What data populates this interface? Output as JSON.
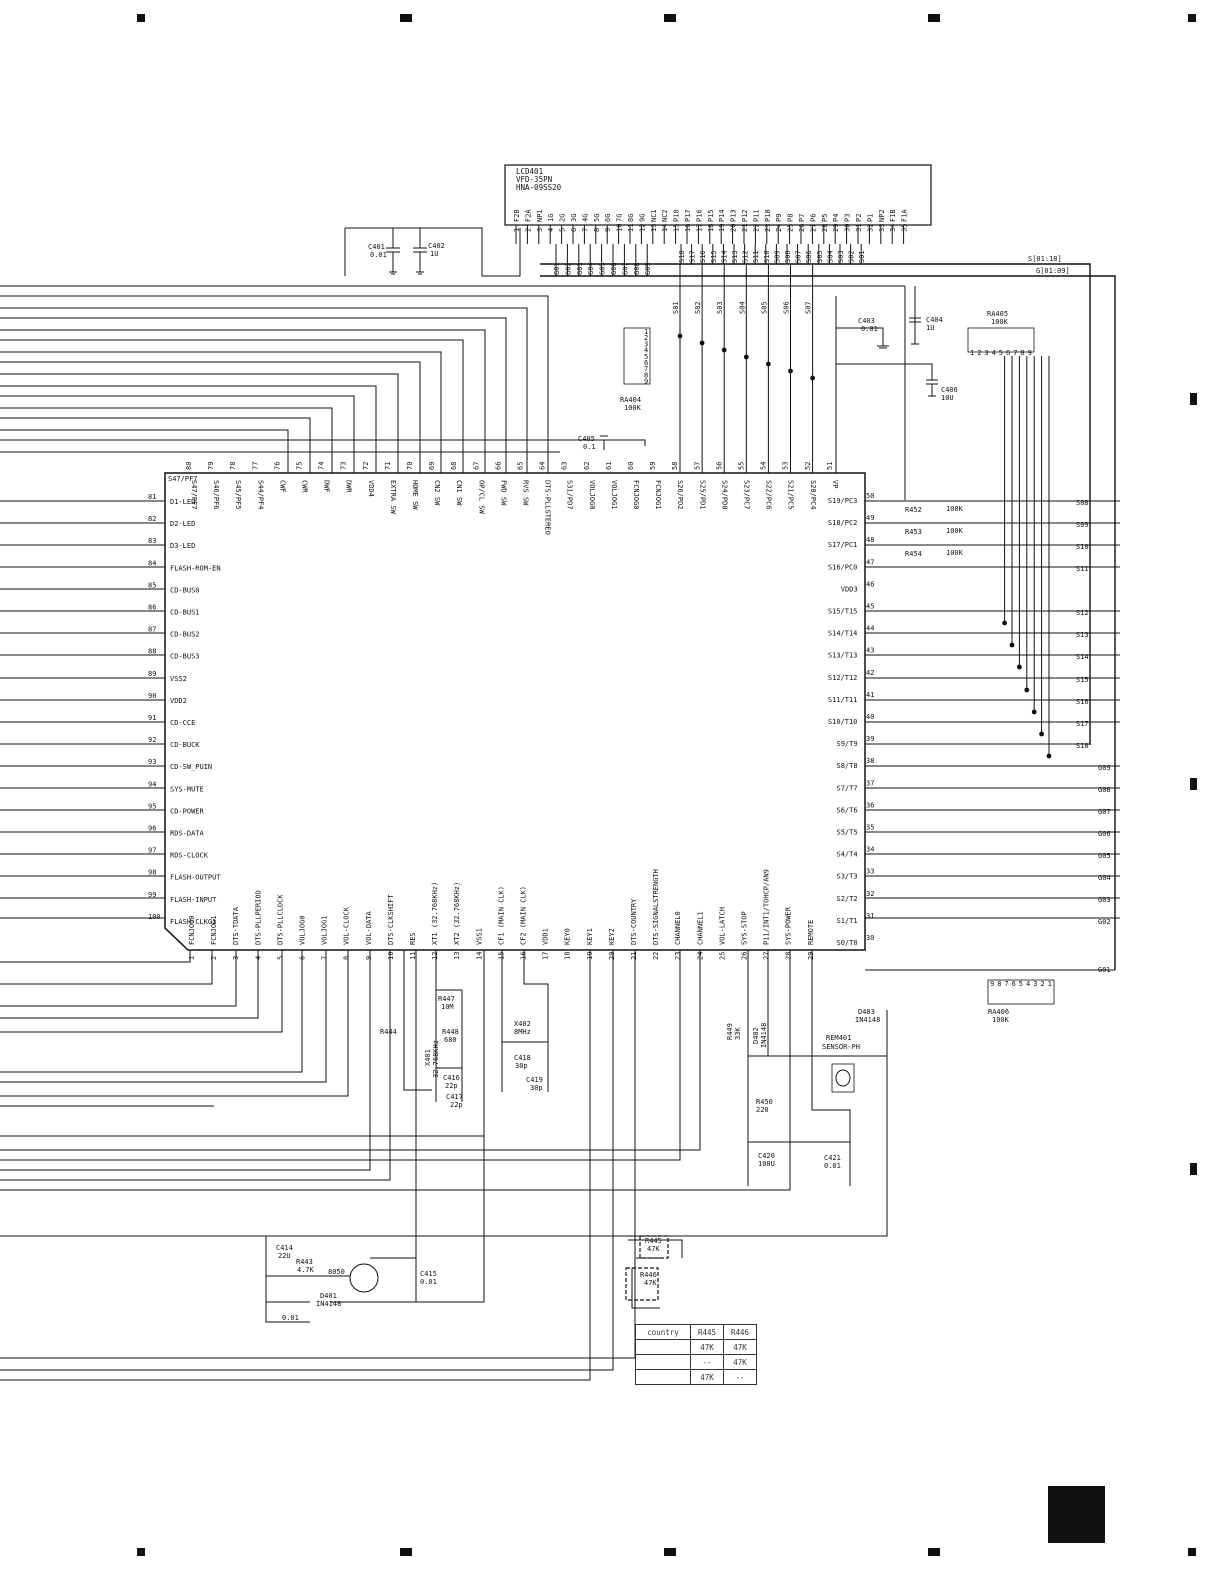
{
  "lcd": {
    "ref": "LCD401",
    "type": "VFD-35PN",
    "part": "HNA-09SS20"
  },
  "lcd_pins_top": [
    {
      "num": "1",
      "name": "F2B"
    },
    {
      "num": "2",
      "name": "F2A"
    },
    {
      "num": "3",
      "name": "NP1"
    },
    {
      "num": "4",
      "name": "1G"
    },
    {
      "num": "5",
      "name": "2G"
    },
    {
      "num": "6",
      "name": "3G"
    },
    {
      "num": "7",
      "name": "4G"
    },
    {
      "num": "8",
      "name": "5G"
    },
    {
      "num": "9",
      "name": "6G"
    },
    {
      "num": "10",
      "name": "7G"
    },
    {
      "num": "11",
      "name": "8G"
    },
    {
      "num": "12",
      "name": "9G"
    },
    {
      "num": "13",
      "name": "NC1"
    },
    {
      "num": "14",
      "name": "NC2"
    },
    {
      "num": "15",
      "name": "P18"
    },
    {
      "num": "16",
      "name": "P17"
    },
    {
      "num": "17",
      "name": "P16"
    },
    {
      "num": "18",
      "name": "P15"
    },
    {
      "num": "19",
      "name": "P14"
    },
    {
      "num": "20",
      "name": "P13"
    },
    {
      "num": "21",
      "name": "P12"
    },
    {
      "num": "22",
      "name": "P11"
    },
    {
      "num": "23",
      "name": "P10"
    },
    {
      "num": "24",
      "name": "P9"
    },
    {
      "num": "25",
      "name": "P8"
    },
    {
      "num": "26",
      "name": "P7"
    },
    {
      "num": "27",
      "name": "P6"
    },
    {
      "num": "28",
      "name": "P5"
    },
    {
      "num": "29",
      "name": "P4"
    },
    {
      "num": "30",
      "name": "P3"
    },
    {
      "num": "31",
      "name": "P2"
    },
    {
      "num": "32",
      "name": "P1"
    },
    {
      "num": "33",
      "name": "NP2"
    },
    {
      "num": "34",
      "name": "F1B"
    },
    {
      "num": "35",
      "name": "F1A"
    }
  ],
  "ic_top_pins": [
    {
      "num": "80",
      "name": "S47/PF7"
    },
    {
      "num": "79",
      "name": "S46/PF6"
    },
    {
      "num": "78",
      "name": "S45/PF5"
    },
    {
      "num": "77",
      "name": "S44/PF4"
    },
    {
      "num": "76",
      "name": "CWF"
    },
    {
      "num": "75",
      "name": "CWR"
    },
    {
      "num": "74",
      "name": "DWF"
    },
    {
      "num": "73",
      "name": "DWR"
    },
    {
      "num": "72",
      "name": "VDD4"
    },
    {
      "num": "71",
      "name": "EXTRA SW"
    },
    {
      "num": "70",
      "name": "HOME SW"
    },
    {
      "num": "69",
      "name": "CN2 SW"
    },
    {
      "num": "68",
      "name": "CN1 SW"
    },
    {
      "num": "67",
      "name": "OP/CL SW"
    },
    {
      "num": "66",
      "name": "FWD SW"
    },
    {
      "num": "65",
      "name": "RVS SW"
    },
    {
      "num": "64",
      "name": "DTS-PLLSTEREO"
    },
    {
      "num": "63",
      "name": "S31/PD7"
    },
    {
      "num": "62",
      "name": "VOLJOG0"
    },
    {
      "num": "61",
      "name": "VOLJOG1"
    },
    {
      "num": "60",
      "name": "FCNJOG0"
    },
    {
      "num": "59",
      "name": "FCNJOG1"
    },
    {
      "num": "58",
      "name": "S26/PD2"
    },
    {
      "num": "57",
      "name": "S25/PD1"
    },
    {
      "num": "56",
      "name": "S24/PD0"
    },
    {
      "num": "55",
      "name": "S23/PC7"
    },
    {
      "num": "54",
      "name": "S22/PC6"
    },
    {
      "num": "53",
      "name": "S21/PC5"
    },
    {
      "num": "52",
      "name": "S20/PC4"
    },
    {
      "num": "51",
      "name": "VP"
    }
  ],
  "ic_left_pins": [
    {
      "num": "81",
      "name": "D1-LED"
    },
    {
      "num": "82",
      "name": "D2-LED"
    },
    {
      "num": "83",
      "name": "D3-LED"
    },
    {
      "num": "84",
      "name": "FLASH-ROM-EN"
    },
    {
      "num": "85",
      "name": "CD-BUS0"
    },
    {
      "num": "86",
      "name": "CD-BUS1"
    },
    {
      "num": "87",
      "name": "CD-BUS2"
    },
    {
      "num": "88",
      "name": "CD-BUS3"
    },
    {
      "num": "89",
      "name": "VSS2"
    },
    {
      "num": "90",
      "name": "VDD2"
    },
    {
      "num": "91",
      "name": "CD-CCE"
    },
    {
      "num": "92",
      "name": "CD-BUCK"
    },
    {
      "num": "93",
      "name": "CD-SW_PUIN"
    },
    {
      "num": "94",
      "name": "SYS-MUTE"
    },
    {
      "num": "95",
      "name": "CD-POWER"
    },
    {
      "num": "96",
      "name": "RDS-DATA"
    },
    {
      "num": "97",
      "name": "RDS-CLOCK"
    },
    {
      "num": "98",
      "name": "FLASH-OUTPUT"
    },
    {
      "num": "99",
      "name": "FLASH-INPUT"
    },
    {
      "num": "100",
      "name": "FLASH-CLKG1"
    }
  ],
  "ic_right_pins": [
    {
      "num": "50",
      "name": "S19/PC3"
    },
    {
      "num": "49",
      "name": "S18/PC2"
    },
    {
      "num": "48",
      "name": "S17/PC1"
    },
    {
      "num": "47",
      "name": "S16/PC0"
    },
    {
      "num": "46",
      "name": "VDD3"
    },
    {
      "num": "45",
      "name": "S15/T15"
    },
    {
      "num": "44",
      "name": "S14/T14"
    },
    {
      "num": "43",
      "name": "S13/T13"
    },
    {
      "num": "42",
      "name": "S12/T12"
    },
    {
      "num": "41",
      "name": "S11/T11"
    },
    {
      "num": "40",
      "name": "S10/T10"
    },
    {
      "num": "39",
      "name": "S9/T9"
    },
    {
      "num": "38",
      "name": "S8/T8"
    },
    {
      "num": "37",
      "name": "S7/T7"
    },
    {
      "num": "36",
      "name": "S6/T6"
    },
    {
      "num": "35",
      "name": "S5/T5"
    },
    {
      "num": "34",
      "name": "S4/T4"
    },
    {
      "num": "33",
      "name": "S3/T3"
    },
    {
      "num": "32",
      "name": "S2/T2"
    },
    {
      "num": "31",
      "name": "S1/T1"
    },
    {
      "num": "30",
      "name": "S0/T0"
    }
  ],
  "ic_bottom_pins": [
    {
      "num": "1",
      "name": "FCNJOG0"
    },
    {
      "num": "2",
      "name": "FCNJOG1"
    },
    {
      "num": "3",
      "name": "DTS-TDATA"
    },
    {
      "num": "4",
      "name": "DTS-PLLPERIOD"
    },
    {
      "num": "5",
      "name": "DTS-PLLCLOCK"
    },
    {
      "num": "6",
      "name": "VOLJOG0"
    },
    {
      "num": "7",
      "name": "VOLJOG1"
    },
    {
      "num": "8",
      "name": "VOL-CLOCK"
    },
    {
      "num": "9",
      "name": "VOL-DATA"
    },
    {
      "num": "10",
      "name": "DTS-CLKSHIFT"
    },
    {
      "num": "11",
      "name": "RES"
    },
    {
      "num": "12",
      "name": "XT1 (32.768KHz)"
    },
    {
      "num": "13",
      "name": "XT2 (32.768KHz)"
    },
    {
      "num": "14",
      "name": "VSS1"
    },
    {
      "num": "15",
      "name": "CF1 (MAIN CLK)"
    },
    {
      "num": "16",
      "name": "CF2 (MAIN CLK)"
    },
    {
      "num": "17",
      "name": "VDD1"
    },
    {
      "num": "18",
      "name": "KEY0"
    },
    {
      "num": "19",
      "name": "KEY1"
    },
    {
      "num": "20",
      "name": "KEY2"
    },
    {
      "num": "21",
      "name": "DTS-COUNTRY"
    },
    {
      "num": "22",
      "name": "DTS-SIGNALSTRENGTH"
    },
    {
      "num": "23",
      "name": "CHANNEL0"
    },
    {
      "num": "24",
      "name": "CHANNEL1"
    },
    {
      "num": "25",
      "name": "VOL-LATCH"
    },
    {
      "num": "26",
      "name": "SYS-STOP"
    },
    {
      "num": "27",
      "name": "P11/INT1/TOHCP/AN9"
    },
    {
      "num": "28",
      "name": "SYS-POWER"
    },
    {
      "num": "29",
      "name": "REMOTE"
    }
  ],
  "lcd_grid_bus": [
    "G01",
    "G02",
    "G03",
    "G04",
    "G05",
    "G06",
    "G07",
    "G08",
    "G09"
  ],
  "lcd_seg_bus": [
    "S18",
    "S17",
    "S16",
    "S15",
    "S14",
    "S13",
    "S12",
    "S11",
    "S10",
    "S09",
    "S08",
    "S07",
    "S06",
    "S05",
    "S04",
    "S03",
    "S02",
    "S01"
  ],
  "bus_labels": {
    "s_bus": "S[01:18]",
    "g_bus": "G[01:09]"
  },
  "s_tap_labels": [
    "S01",
    "S02",
    "S03",
    "S04",
    "S05",
    "S06",
    "S07"
  ],
  "right_s_labels": [
    "S08",
    "S09",
    "S10",
    "S11",
    "S12",
    "S13",
    "S14",
    "S15",
    "S16",
    "S17",
    "S18"
  ],
  "right_g_labels": [
    "G09",
    "G08",
    "G07",
    "G06",
    "G05",
    "G04",
    "G03",
    "G02",
    "G01"
  ],
  "components": {
    "c401": {
      "ref": "C401",
      "val": "0.01"
    },
    "c402": {
      "ref": "C402",
      "val": "1U"
    },
    "c403": {
      "ref": "C403",
      "val": "0.01"
    },
    "c404": {
      "ref": "C404",
      "val": "1U"
    },
    "c405": {
      "ref": "C405",
      "val": "0.1"
    },
    "c406": {
      "ref": "C406",
      "val": "10U"
    },
    "ra404": {
      "ref": "RA404",
      "val": "100K"
    },
    "ra405": {
      "ref": "RA405",
      "val": "100K"
    },
    "ra406": {
      "ref": "RA406",
      "val": "100K"
    },
    "r452": {
      "ref": "R452",
      "val": "100K"
    },
    "r453": {
      "ref": "R453",
      "val": "100K"
    },
    "r454": {
      "ref": "R454",
      "val": "100K"
    },
    "r444": {
      "ref": "R444"
    },
    "r447": {
      "ref": "R447",
      "val": "10M"
    },
    "r448": {
      "ref": "R448",
      "val": "680"
    },
    "x401": {
      "ref": "X401",
      "val": "32.768KHz"
    },
    "c416": {
      "ref": "C416",
      "val": "22p"
    },
    "c417": {
      "ref": "C417",
      "val": "22p"
    },
    "x402": {
      "ref": "X402",
      "val": "8MHz"
    },
    "c418": {
      "ref": "C418",
      "val": "30p"
    },
    "c419": {
      "ref": "C419",
      "val": "30p"
    },
    "r449": {
      "ref": "R449",
      "val": "33K"
    },
    "d402": {
      "ref": "D402",
      "val": "IN4148"
    },
    "d403": {
      "ref": "D403",
      "val": "IN4148"
    },
    "rem401": {
      "ref": "REM401",
      "val": "SENSOR-PH"
    },
    "r450": {
      "ref": "R450",
      "val": "220"
    },
    "c420": {
      "ref": "C420",
      "val": "100U"
    },
    "c421": {
      "ref": "C421",
      "val": "0.01"
    },
    "c414": {
      "ref": "C414",
      "val": "22U"
    },
    "r443": {
      "ref": "R443",
      "val": "4.7K"
    },
    "q8050": {
      "ref": "8050"
    },
    "d401": {
      "ref": "D401",
      "val": "IN4148"
    },
    "c415": {
      "ref": "C415",
      "val": "0.01"
    },
    "c_unnamed": {
      "val": "0.01"
    },
    "r445": {
      "ref": "R445",
      "val": "47K"
    },
    "r446": {
      "ref": "R446",
      "val": "47K"
    }
  },
  "ra_pins": [
    "1",
    "2",
    "3",
    "4",
    "5",
    "6",
    "7",
    "8",
    "9"
  ],
  "ra406_pins": [
    "9",
    "8",
    "7",
    "6",
    "5",
    "4",
    "3",
    "2",
    "1"
  ],
  "country_table": {
    "headers": [
      "country",
      "R445",
      "R446"
    ],
    "rows": [
      [
        "",
        "47K",
        "47K"
      ],
      [
        "",
        "--",
        "47K"
      ],
      [
        "",
        "47K",
        "--"
      ]
    ]
  }
}
